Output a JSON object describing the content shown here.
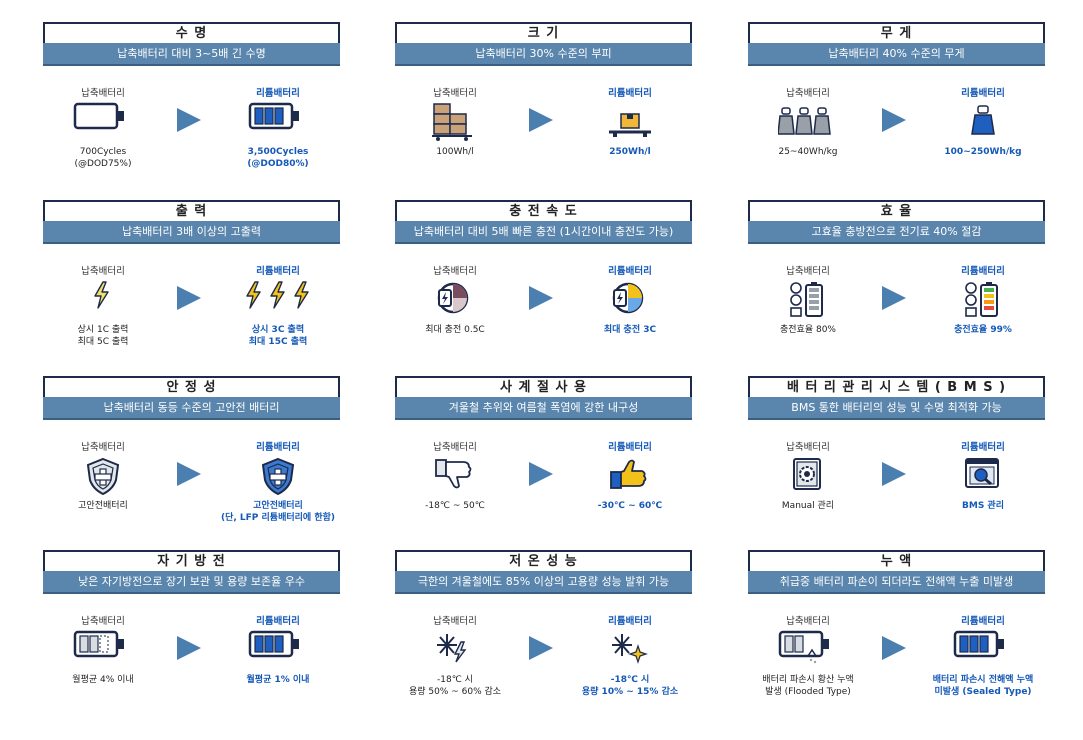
{
  "colors": {
    "banner": "#5a85ac",
    "arrow": "#4a7fb0",
    "accent": "#1559b8",
    "title_border": "#1d2a4a"
  },
  "cards": [
    {
      "title": "수 명",
      "banner": "납축배터리 대비 3~5배 긴 수명",
      "left_label": "납축배터리",
      "right_label": "리튬배터리",
      "left_caption": [
        "700Cycles",
        "(@DOD75%)"
      ],
      "right_caption": [
        "3,500Cycles",
        "(@DOD80%)"
      ],
      "left_icon": "battery-empty-icon",
      "right_icon": "battery-full-icon"
    },
    {
      "title": "크 기",
      "banner": "납축배터리 30% 수준의 부피",
      "left_label": "납축배터리",
      "right_label": "리튬배터리",
      "left_caption": [
        "100Wh/l"
      ],
      "right_caption": [
        "250Wh/l"
      ],
      "left_icon": "stacked-boxes-cart-icon",
      "right_icon": "single-box-cart-icon"
    },
    {
      "title": "무 게",
      "banner": "납축배터리 40% 수준의 무게",
      "left_label": "납축배터리",
      "right_label": "리튬배터리",
      "left_caption": [
        "25~40Wh/kg"
      ],
      "right_caption": [
        "100~250Wh/kg"
      ],
      "left_icon": "three-weights-icon",
      "right_icon": "single-weight-icon"
    },
    {
      "title": "출 력",
      "banner": "납축배터리 3배 이상의  고출력",
      "left_label": "납축배터리",
      "right_label": "리튬배터리",
      "left_caption": [
        "상시 1C 출력",
        "최대 5C 출력"
      ],
      "right_caption": [
        "상시 3C 출력",
        "최대 15C 출력"
      ],
      "left_icon": "lightning-icon",
      "right_icon": "triple-lightning-icon"
    },
    {
      "title": "충 전 속 도",
      "banner": "납축배터리 대비 5배 빠른 충전 (1시간이내 충전도 가능)",
      "left_label": "납축배터리",
      "right_label": "리튬배터리",
      "left_caption": [
        "최대 충전 0.5C"
      ],
      "right_caption": [
        "최대 충전 3C"
      ],
      "left_icon": "charge-timer-icon",
      "right_icon": "fast-charge-timer-icon"
    },
    {
      "title": "효 율",
      "banner": "고효율 충방전으로 전기료 40% 절감",
      "left_label": "납축배터리",
      "right_label": "리튬배터리",
      "left_caption": [
        "충전효율 80%"
      ],
      "right_caption": [
        "충전효율 99%"
      ],
      "left_icon": "efficiency-battery-gray-icon",
      "right_icon": "efficiency-battery-color-icon"
    },
    {
      "title": "안 정 성",
      "banner": "납축배터리 동등 수준의 고안전 배터리",
      "left_label": "납축배터리",
      "right_label": "리튬배터리",
      "left_caption": [
        "고안전배터리"
      ],
      "right_caption": [
        "고안전배터리",
        "(단, LFP 리튬배터리에 한함)"
      ],
      "left_icon": "shield-gray-icon",
      "right_icon": "shield-blue-icon"
    },
    {
      "title": "사 계 절 사 용",
      "banner": "겨울철 추위와 여름철 폭염에 강한 내구성",
      "left_label": "납축배터리",
      "right_label": "리튬배터리",
      "left_caption": [
        "-18℃ ~ 50℃"
      ],
      "right_caption": [
        "-30℃ ~ 60℃"
      ],
      "left_icon": "thumbs-down-icon",
      "right_icon": "thumbs-up-icon"
    },
    {
      "title": "배 터 리 관 리 시 스 템 ( B M S )",
      "banner": "BMS 통한 배터리의 성능 및 수명 최적화 가능",
      "left_label": "납축배터리",
      "right_label": "리튬배터리",
      "left_caption": [
        "Manual 관리"
      ],
      "right_caption": [
        "BMS  관리"
      ],
      "left_icon": "manual-gear-icon",
      "right_icon": "bms-monitor-icon"
    },
    {
      "title": "자 기 방 전",
      "banner": "낮은 자기방전으로 장기 보관 및 용량 보존율 우수",
      "left_label": "납축배터리",
      "right_label": "리튬배터리",
      "left_caption": [
        "월평균 4% 이내"
      ],
      "right_caption": [
        "월평균 1% 이내"
      ],
      "left_icon": "battery-discharge-icon",
      "right_icon": "battery-full-icon"
    },
    {
      "title": "저 온 성 능",
      "banner": "극한의 겨울철에도 85% 이상의 고용량 성능 발휘 가능",
      "left_label": "납축배터리",
      "right_label": "리튬배터리",
      "left_caption": [
        "-18℃ 시",
        "용량 50% ~ 60% 감소"
      ],
      "right_caption": [
        "-18℃ 시",
        "용량 10% ~ 15% 감소"
      ],
      "left_icon": "snowflake-bolt-icon",
      "right_icon": "snowflake-sparkle-icon"
    },
    {
      "title": "누 액",
      "banner": "취급중 배터리 파손이 되더라도 전해액 누출 미발생",
      "left_label": "납축배터리",
      "right_label": "리튬배터리",
      "left_caption": [
        "배터리 파손시 황산 누액",
        "발생 (Flooded Type)"
      ],
      "right_caption": [
        "배터리 파손시 전해액 누액",
        "미발생 (Sealed Type)"
      ],
      "left_icon": "battery-leak-icon",
      "right_icon": "battery-full-icon"
    }
  ]
}
